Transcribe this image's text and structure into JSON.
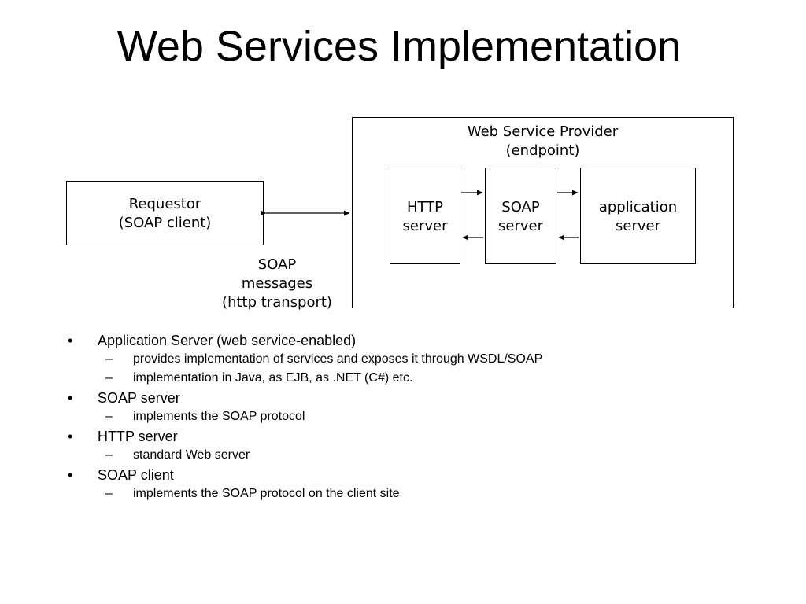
{
  "title": "Web Services Implementation",
  "diagram": {
    "provider": {
      "line1": "Web Service Provider",
      "line2": "(endpoint)"
    },
    "requestor": {
      "line1": "Requestor",
      "line2": "(SOAP client)"
    },
    "http_server": {
      "line1": "HTTP",
      "line2": "server"
    },
    "soap_server": {
      "line1": "SOAP",
      "line2": "server"
    },
    "app_server": {
      "line1": "application",
      "line2": "server"
    },
    "messages": {
      "line1": "SOAP",
      "line2": "messages",
      "line3": "(http transport)"
    }
  },
  "bullets": [
    {
      "text": "Application Server (web service-enabled)",
      "subs": [
        "provides implementation of services and exposes it through WSDL/SOAP",
        "implementation in Java, as EJB, as .NET (C#) etc."
      ]
    },
    {
      "text": "SOAP server",
      "subs": [
        "implements the SOAP protocol"
      ]
    },
    {
      "text": "HTTP server",
      "subs": [
        "standard Web server"
      ]
    },
    {
      "text": "SOAP client",
      "subs": [
        "implements the SOAP protocol on the client site"
      ]
    }
  ]
}
